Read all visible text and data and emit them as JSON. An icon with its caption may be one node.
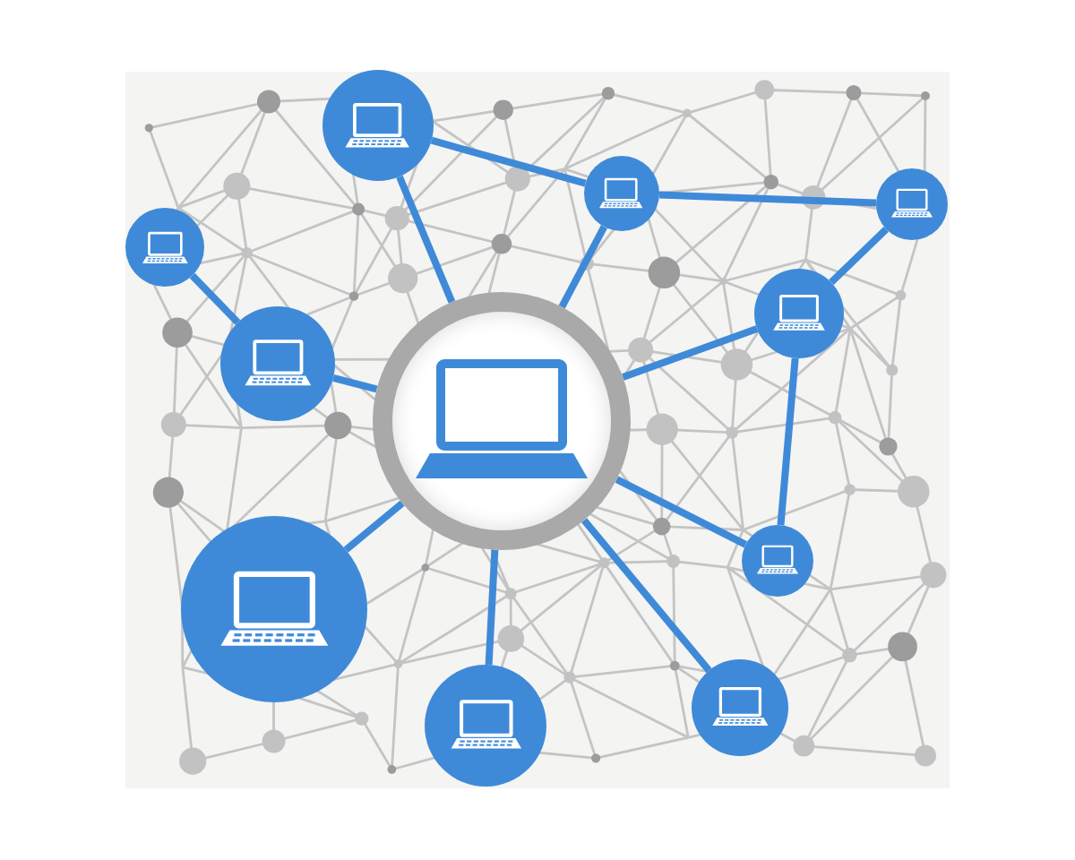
{
  "diagram": {
    "nodes": [
      {
        "text": [],
        "shape": "circle"
      },
      {
        "text": [],
        "shape": "circle"
      },
      {
        "text": [],
        "shape": "circle"
      },
      {
        "text": [],
        "shape": "circle"
      },
      {
        "text": [],
        "shape": "circle"
      },
      {
        "text": [],
        "shape": "circle"
      },
      {
        "text": [],
        "shape": "circle"
      },
      {
        "text": [],
        "shape": "circle"
      },
      {
        "text": [],
        "shape": "circle"
      },
      {
        "text": [],
        "shape": "circle"
      },
      {
        "text": [],
        "shape": "circle"
      }
    ],
    "edges": [
      {
        "from": 0,
        "to": 1,
        "arrow": "none"
      },
      {
        "from": 0,
        "to": 2,
        "arrow": "none"
      },
      {
        "from": 0,
        "to": 5,
        "arrow": "none"
      },
      {
        "from": 0,
        "to": 6,
        "arrow": "none"
      },
      {
        "from": 0,
        "to": 7,
        "arrow": "none"
      },
      {
        "from": 0,
        "to": 8,
        "arrow": "none"
      },
      {
        "from": 0,
        "to": 9,
        "arrow": "none"
      },
      {
        "from": 0,
        "to": 10,
        "arrow": "none"
      },
      {
        "from": 1,
        "to": 2,
        "arrow": "none"
      },
      {
        "from": 2,
        "to": 3,
        "arrow": "none"
      },
      {
        "from": 3,
        "to": 6,
        "arrow": "none"
      },
      {
        "from": 4,
        "to": 5,
        "arrow": "none"
      },
      {
        "from": 6,
        "to": 8,
        "arrow": "none"
      }
    ]
  }
}
